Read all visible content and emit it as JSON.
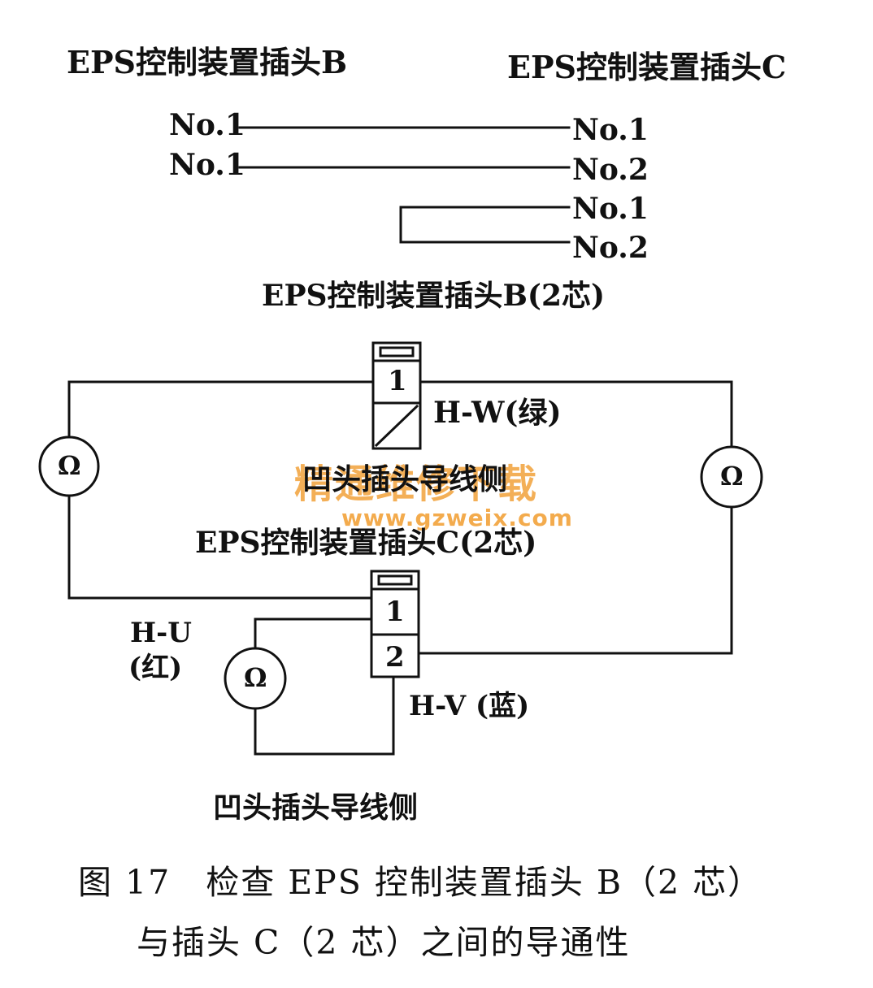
{
  "top": {
    "heading_b": "EPS控制装置插头B",
    "heading_c": "EPS控制装置插头C",
    "rows": [
      {
        "left": "No.1",
        "right": "No.1"
      },
      {
        "left": "No.1",
        "right": "No.2"
      },
      {
        "left": "",
        "right": "No.1"
      },
      {
        "left": "",
        "right": "No.2"
      }
    ]
  },
  "connector_b": {
    "title": "EPS控制装置插头B(2芯)",
    "pin": "1",
    "wire_label": "H-W(绿)",
    "side_label": "凹头插头导线侧"
  },
  "connector_c": {
    "title": "EPS控制装置插头C(2芯)",
    "pins": [
      "1",
      "2"
    ],
    "wire_u_line1": "H-U",
    "wire_u_line2": "(红)",
    "wire_v": "H-V (蓝)",
    "side_label": "凹头插头导线侧"
  },
  "meter_symbol": "Ω",
  "watermark": {
    "text_cn": "精通维修下载",
    "text_url": "www.gzweix.com",
    "color": "#f2a23a"
  },
  "caption": {
    "line1": "图 17　检查 EPS 控制装置插头 B（2 芯）",
    "line2": "与插头 C（2 芯）之间的导通性"
  }
}
